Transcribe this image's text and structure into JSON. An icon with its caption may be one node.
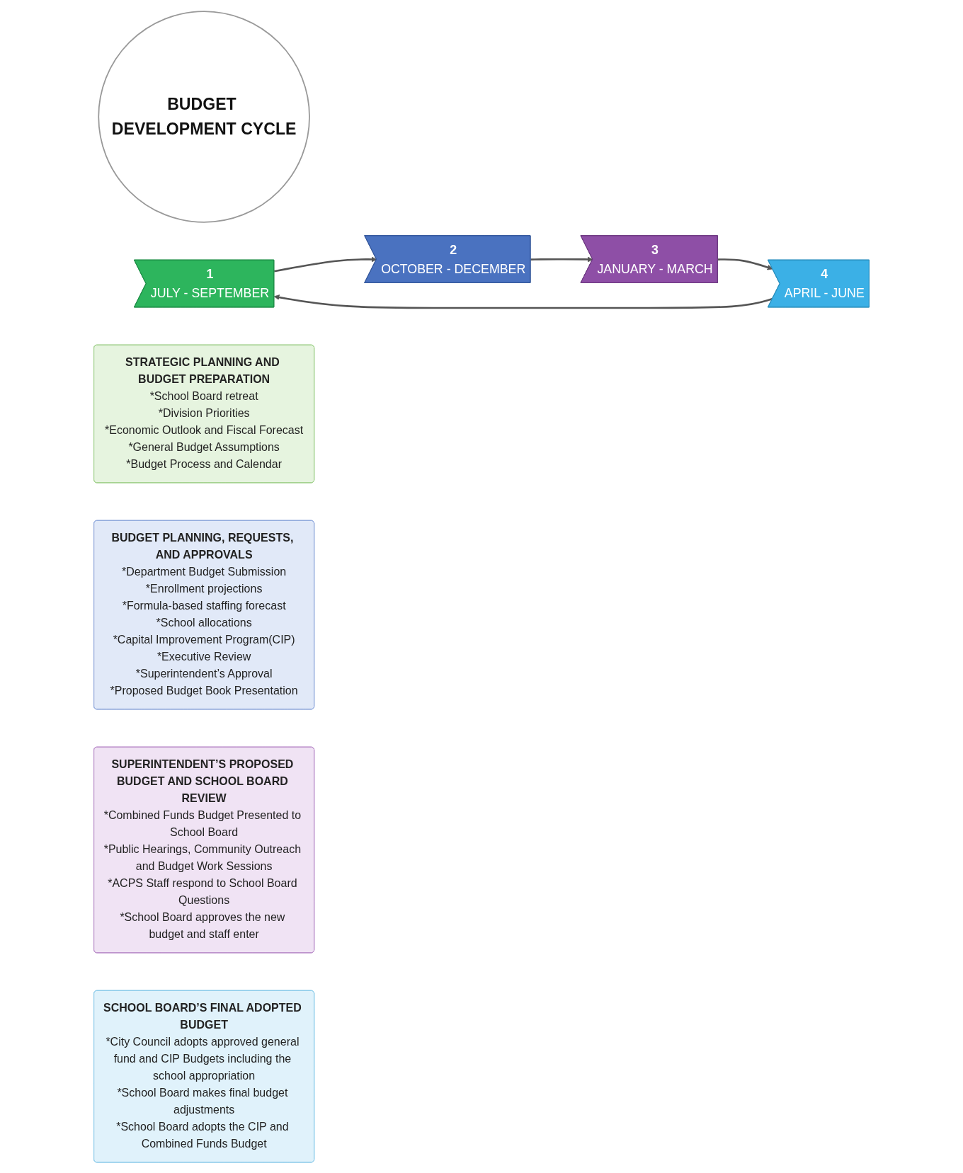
{
  "diagram": {
    "nodes": [
      {
        "text": [
          "BUDGET DEVELOPMENT CYCLE"
        ]
      },
      {
        "text": [
          "1",
          "JULY - SEPTEMBER"
        ]
      },
      {
        "text": [
          "2",
          "OCTOBER - DECEMBER"
        ]
      },
      {
        "text": [
          "3",
          "JANUARY - MARCH"
        ]
      },
      {
        "text": [
          "4",
          "APRIL - JUNE"
        ]
      },
      {
        "text": [
          "STRATEGIC PLANNING AND BUDGET PREPARATION",
          "*School Board retreat",
          "*Division Priorities",
          "*Economic Outlook and Fiscal Forecast",
          "*General Budget Assumptions",
          "*Budget Process and Calendar"
        ]
      },
      {
        "text": [
          "BUDGET PLANNING, REQUESTS, AND APPROVALS",
          "*Department Budget Submission",
          "*Enrollment projections",
          "*Formula-based staffing forecast",
          "*School allocations",
          "*Capital Improvement Program(CIP)",
          "*Executive Review",
          "*Superintendent’s Approval",
          "*Proposed Budget Book Presentation"
        ]
      },
      {
        "text": [
          "SUPERINTENDENT’S PROPOSED BUDGET AND SCHOOL BOARD REVIEW",
          "*Combined Funds Budget Presented to School Board",
          "*Public Hearings, Community Outreach and Budget Work Sessions",
          "*ACPS Staff respond to School Board Questions",
          "*School Board approves the new budget and staff enter"
        ]
      },
      {
        "text": [
          "SCHOOL BOARD’S FINAL ADOPTED BUDGET",
          "*City Council adopts approved general fund and CIP Budgets including the school appropriation",
          "*School Board makes final budget adjustments",
          "*School Board adopts the CIP and Combined Funds Budget"
        ]
      }
    ],
    "edges": [
      {
        "from": 1,
        "to": 2,
        "arrow": "to"
      },
      {
        "from": 2,
        "to": 3,
        "arrow": "to"
      },
      {
        "from": 3,
        "to": 4,
        "arrow": "to"
      },
      {
        "from": 4,
        "to": 1,
        "arrow": "to"
      }
    ]
  }
}
